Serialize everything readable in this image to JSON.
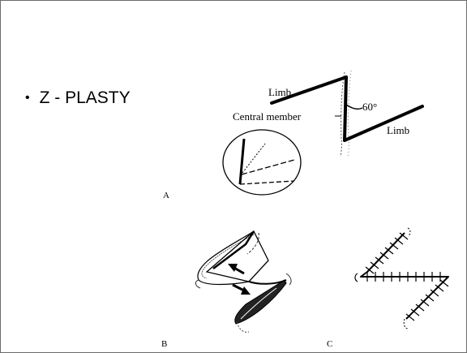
{
  "bullet": {
    "marker": "•",
    "text": "Z - PLASTY"
  },
  "figure_a": {
    "labels": {
      "limb_top": "Limb",
      "central_member": "Central member",
      "angle": "60°",
      "limb_bottom": "Limb"
    },
    "panel_label": "A"
  },
  "figure_b": {
    "panel_label": "B"
  },
  "figure_c": {
    "panel_label": "C"
  },
  "colors": {
    "ink": "#000000",
    "border": "#6b6b6b",
    "background": "#ffffff"
  }
}
